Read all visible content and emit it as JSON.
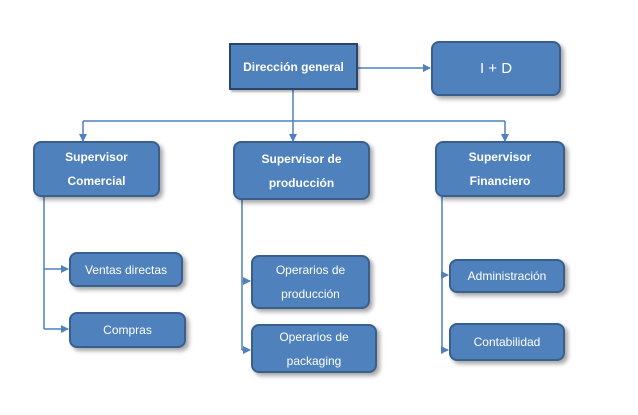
{
  "chart": {
    "root": {
      "label": "Dirección general"
    },
    "side": {
      "label": "I + D"
    },
    "supervisors": [
      {
        "label": "Supervisor\nComercial",
        "children": [
          {
            "label": "Ventas directas"
          },
          {
            "label": "Compras"
          }
        ]
      },
      {
        "label": "Supervisor de\nproducción",
        "children": [
          {
            "label": "Operarios de\nproducción"
          },
          {
            "label": "Operarios de\npackaging"
          }
        ]
      },
      {
        "label": "Supervisor\nFinanciero",
        "children": [
          {
            "label": "Administración"
          },
          {
            "label": "Contabilidad"
          }
        ]
      }
    ]
  },
  "colors": {
    "box_fill": "#4f81bd",
    "box_border": "#3a5f8c",
    "connector": "#4f81bd"
  }
}
